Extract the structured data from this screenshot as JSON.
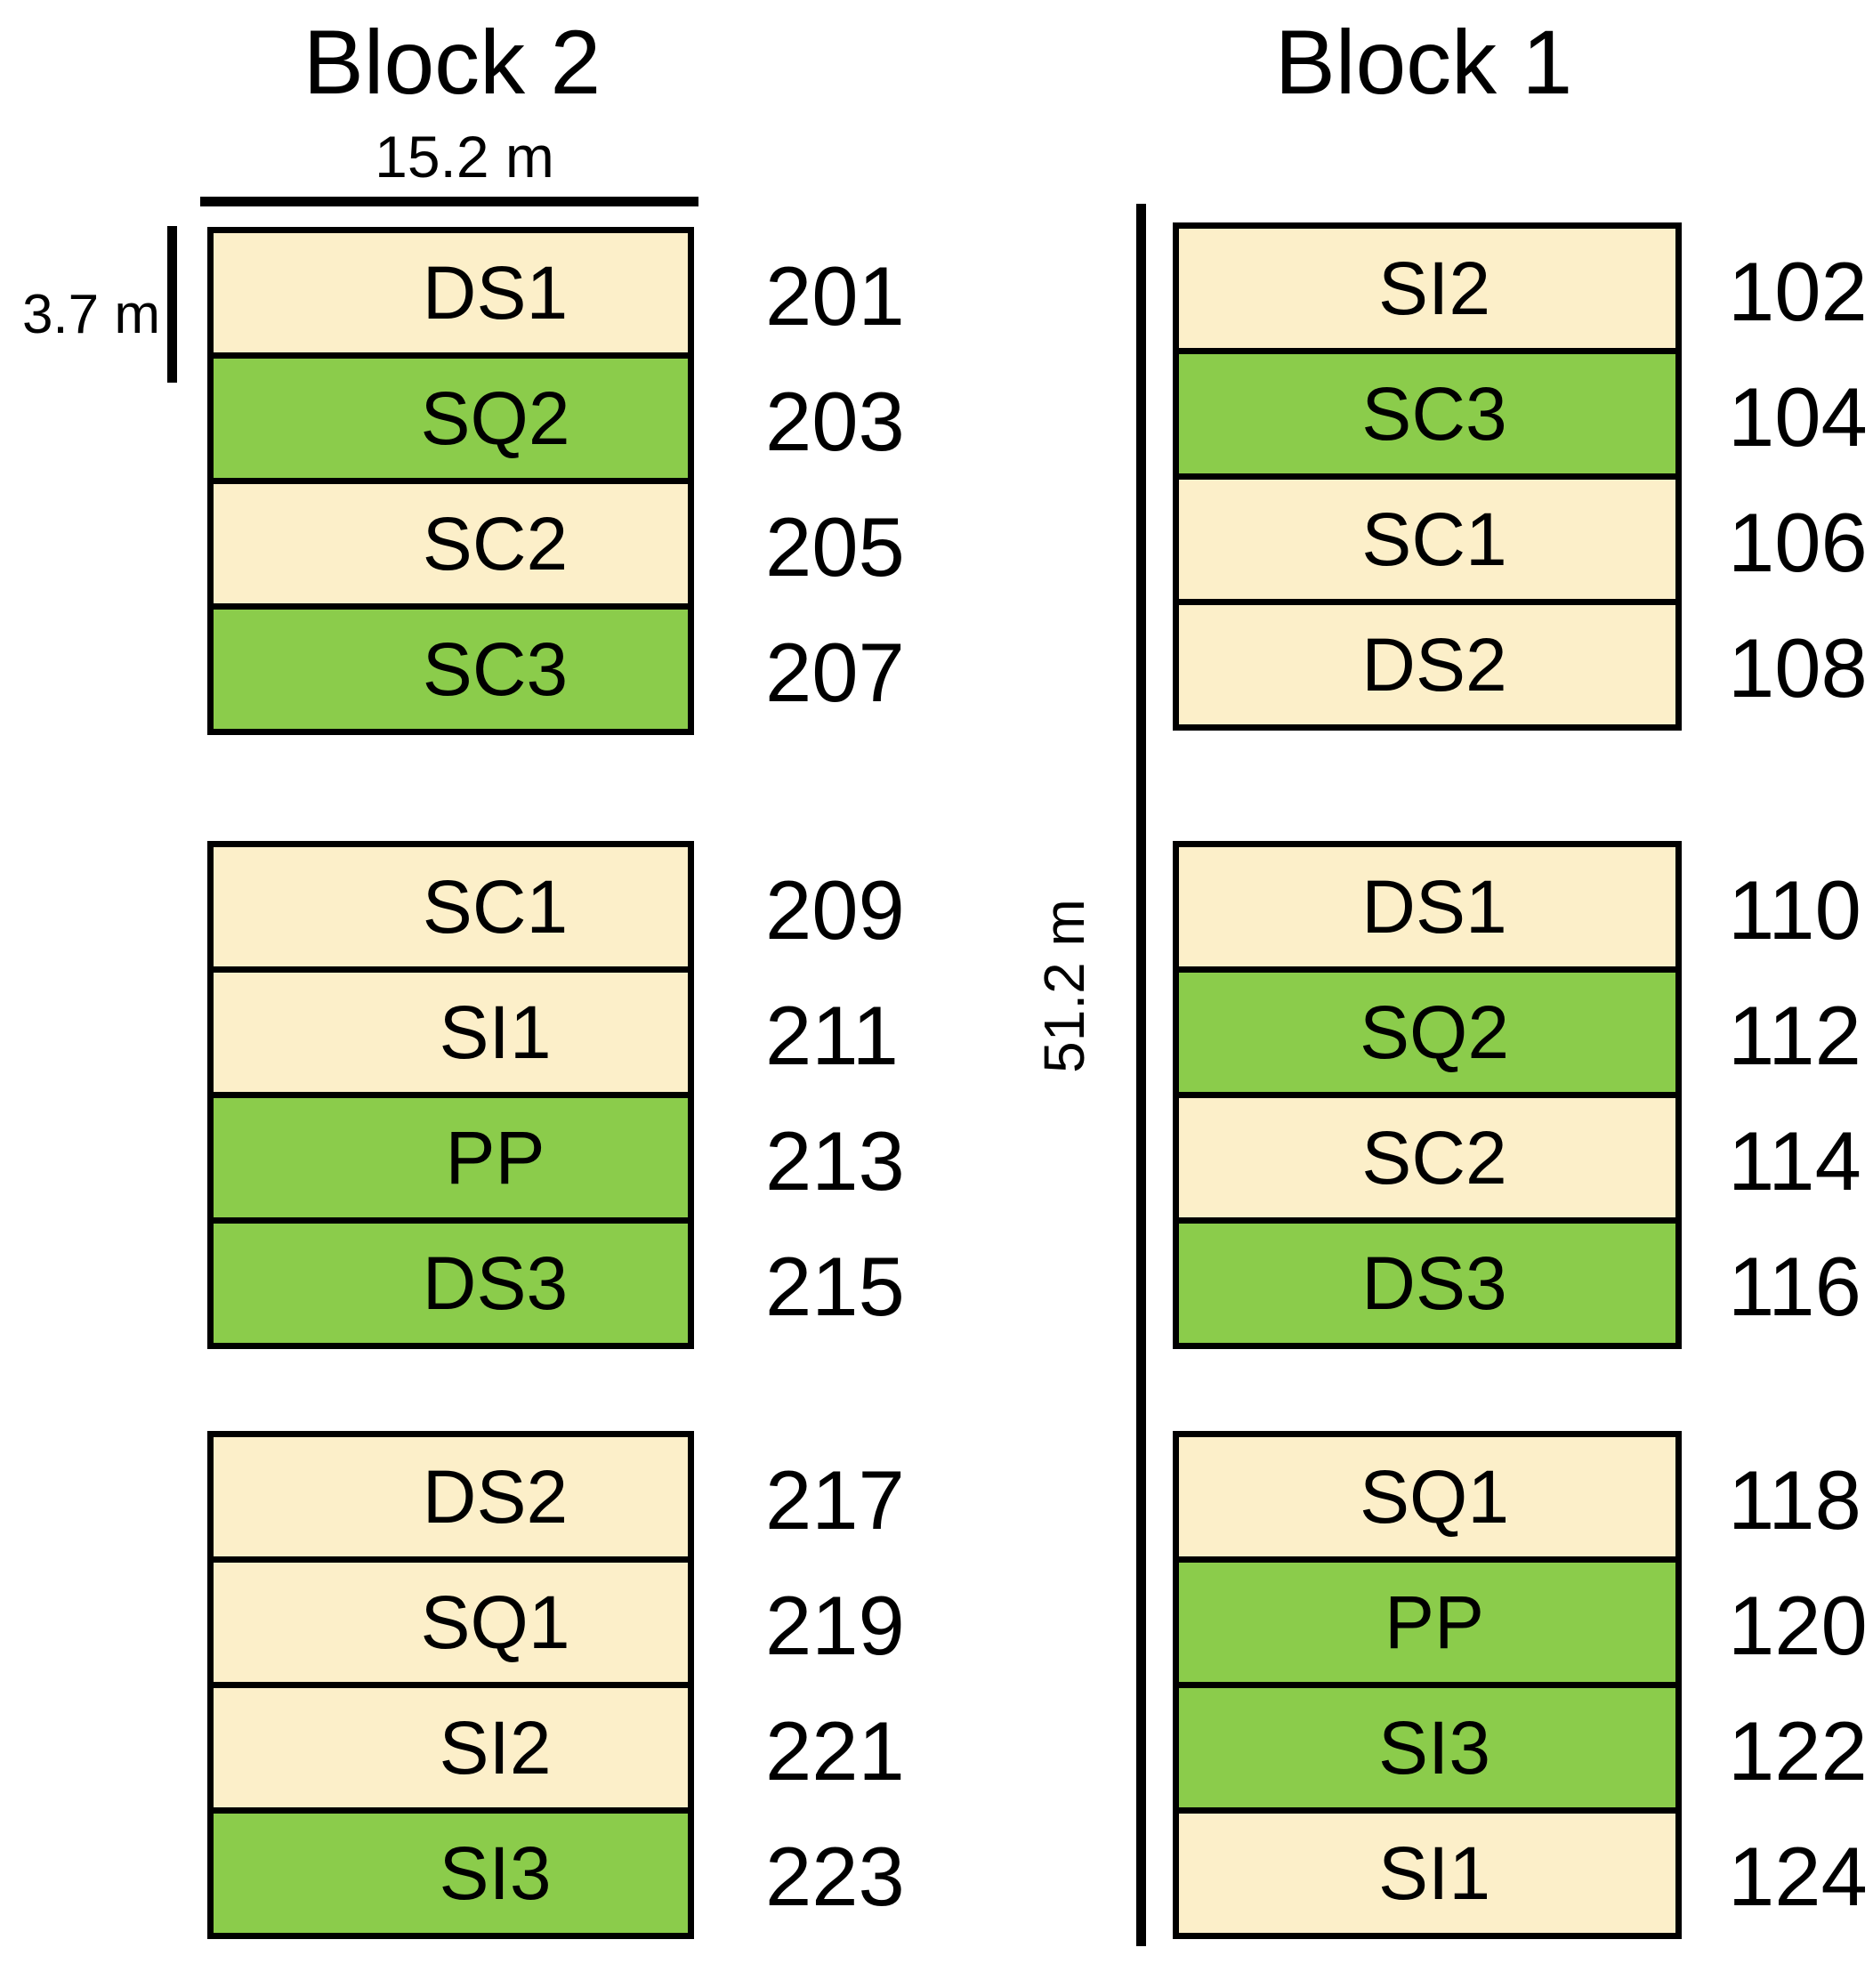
{
  "figure": {
    "description": "Field experiment plot layout map with two replicate blocks",
    "colors": {
      "tan": "#FCEFC9",
      "green": "#8BCC4B",
      "border": "#000000",
      "background": "#FFFFFF"
    },
    "blocks": [
      {
        "title": "Block 2",
        "width_label": "15.2 m",
        "plot_height_label": "3.7 m",
        "groups": [
          {
            "plots": [
              {
                "label": "DS1",
                "number": "201",
                "fill": "tan"
              },
              {
                "label": "SQ2",
                "number": "203",
                "fill": "green"
              },
              {
                "label": "SC2",
                "number": "205",
                "fill": "tan"
              },
              {
                "label": "SC3",
                "number": "207",
                "fill": "green"
              }
            ]
          },
          {
            "plots": [
              {
                "label": "SC1",
                "number": "209",
                "fill": "tan"
              },
              {
                "label": "SI1",
                "number": "211",
                "fill": "tan"
              },
              {
                "label": "PP",
                "number": "213",
                "fill": "green"
              },
              {
                "label": "DS3",
                "number": "215",
                "fill": "green"
              }
            ]
          },
          {
            "plots": [
              {
                "label": "DS2",
                "number": "217",
                "fill": "tan"
              },
              {
                "label": "SQ1",
                "number": "219",
                "fill": "tan"
              },
              {
                "label": "SI2",
                "number": "221",
                "fill": "tan"
              },
              {
                "label": "SI3",
                "number": "223",
                "fill": "green"
              }
            ]
          }
        ]
      },
      {
        "title": "Block 1",
        "height_label": "51.2 m",
        "groups": [
          {
            "plots": [
              {
                "label": "SI2",
                "number": "102",
                "fill": "tan"
              },
              {
                "label": "SC3",
                "number": "104",
                "fill": "green"
              },
              {
                "label": "SC1",
                "number": "106",
                "fill": "tan"
              },
              {
                "label": "DS2",
                "number": "108",
                "fill": "tan"
              }
            ]
          },
          {
            "plots": [
              {
                "label": "DS1",
                "number": "110",
                "fill": "tan"
              },
              {
                "label": "SQ2",
                "number": "112",
                "fill": "green"
              },
              {
                "label": "SC2",
                "number": "114",
                "fill": "tan"
              },
              {
                "label": "DS3",
                "number": "116",
                "fill": "green"
              }
            ]
          },
          {
            "plots": [
              {
                "label": "SQ1",
                "number": "118",
                "fill": "tan"
              },
              {
                "label": "PP",
                "number": "120",
                "fill": "green"
              },
              {
                "label": "SI3",
                "number": "122",
                "fill": "green"
              },
              {
                "label": "SI1",
                "number": "124",
                "fill": "tan"
              }
            ]
          }
        ]
      }
    ]
  }
}
